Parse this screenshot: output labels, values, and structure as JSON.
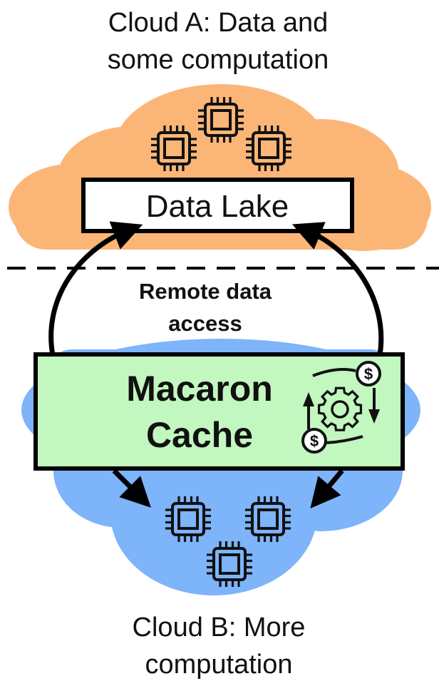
{
  "diagram": {
    "cloud_a": {
      "caption_line1": "Cloud A: Data and",
      "caption_line2": "some computation",
      "color": "#fbb677",
      "icon": "cpu-chip-icon",
      "chip_count": 3
    },
    "data_lake": {
      "label": "Data Lake",
      "fill": "#ffffff"
    },
    "boundary": {
      "style": "dashed"
    },
    "remote_access": {
      "line1": "Remote data",
      "line2": "access"
    },
    "macaron_cache": {
      "line1": "Macaron",
      "line2": "Cache",
      "fill": "#c2f7c0",
      "icon": "cost-optimization-gear-icon",
      "currency_symbol": "$"
    },
    "cloud_b": {
      "caption_line1": "Cloud B: More",
      "caption_line2": "computation",
      "color": "#7db4fa",
      "icon": "cpu-chip-icon",
      "chip_count": 3
    }
  }
}
